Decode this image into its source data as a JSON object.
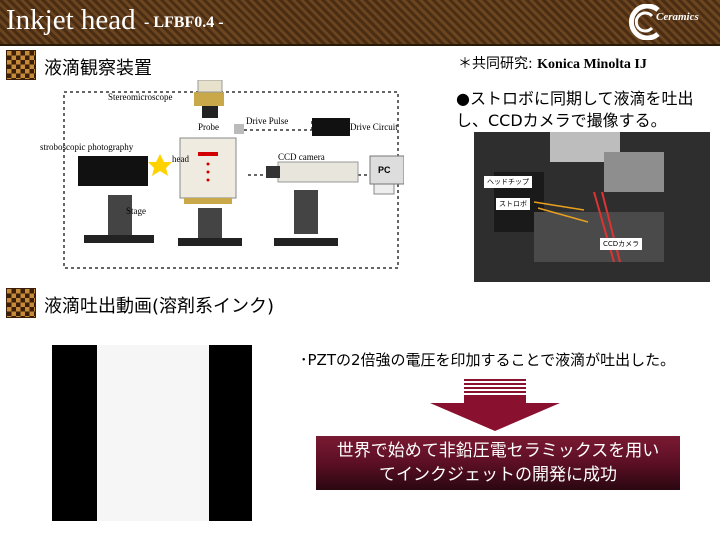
{
  "header": {
    "title": "Inkjet head",
    "subtitle": "- LFBF0.4 -",
    "logo_text": "Ceramics"
  },
  "section1": {
    "title": "液滴観察装置"
  },
  "diagram": {
    "labels": {
      "stereomicroscope": "Stereomicroscope",
      "probe": "Probe",
      "drive_pulse": "Drive Pulse",
      "drive_circuit": "Drive Circuit",
      "strobe": "stroboscopic photography",
      "head": "head",
      "ccd": "CCD camera",
      "pc": "PC",
      "stage": "Stage"
    }
  },
  "notes": {
    "joint_prefix": "＊共同研究: ",
    "joint_partner": "Konica Minolta IJ",
    "strobe_text": "●ストロボに同期して液滴を吐出し、CCDカメラで撮像する。"
  },
  "photo": {
    "tags": {
      "head_chip": "ヘッドチップ",
      "strobe": "ストロボ",
      "ccd": "CCDカメラ"
    }
  },
  "section2": {
    "title": "液滴吐出動画(溶剤系インク)"
  },
  "result": {
    "bullet": "･PZTの2倍強の電圧を印加することで液滴が吐出した。",
    "line1": "世界で始めて非鉛圧電セラミックスを用い",
    "line2": "てインクジェットの開発に成功"
  },
  "colors": {
    "title_bar": "#5a3818",
    "accent": "#7a1a32",
    "arrow": "#8a1030"
  }
}
